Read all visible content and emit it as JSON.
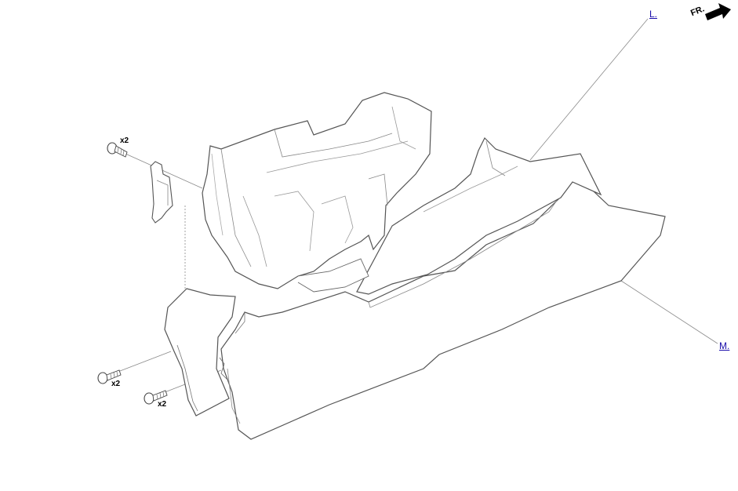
{
  "callouts": {
    "l_label": "L.",
    "m_label": "M."
  },
  "direction": {
    "label": "FR.",
    "icon": "front-arrow-icon"
  },
  "quantities": {
    "top_screw": "x2",
    "left_screw": "x2",
    "right_screw": "x2"
  },
  "colors": {
    "line": "#555555",
    "light_line": "#9a9a9a",
    "link": "#1a0dab",
    "fill": "#ffffff"
  }
}
